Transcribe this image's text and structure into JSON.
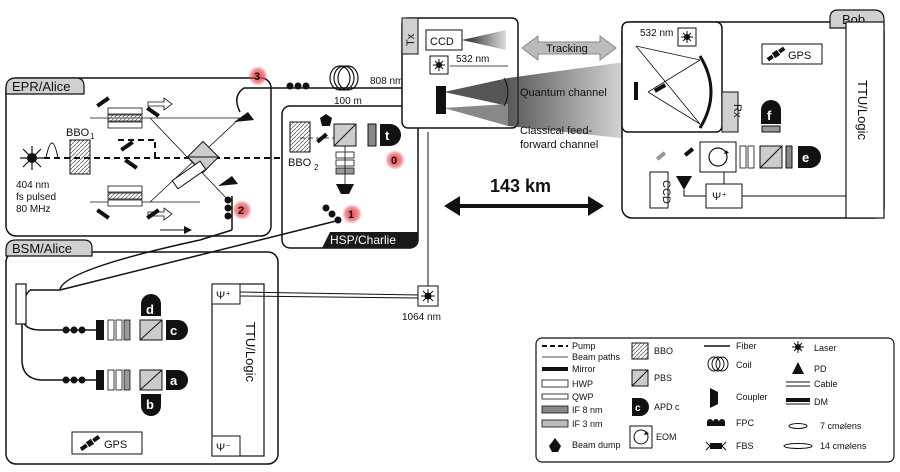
{
  "boxes": {
    "epr_alice": "EPR/Alice",
    "bsm_alice": "BSM/Alice",
    "hsp_charlie": "HSP/Charlie",
    "bob": "Bob",
    "tx": "Tx",
    "rx": "Rx"
  },
  "labels": {
    "bbo1": "BBO",
    "bbo1_sub": "1",
    "bbo2": "BBO",
    "bbo2_sub": "2",
    "laser_line1": "404 nm",
    "laser_line2": "fs pulsed",
    "laser_line3": "80 MHz",
    "coil_length": "100 m",
    "fiber_wavelength": "808 nm",
    "tx_532": "532 nm",
    "bob_532": "532 nm",
    "ccd_tx": "CCD",
    "ccd_bob": "CCD",
    "tracking": "Tracking",
    "quantum_channel": "Quantum channel",
    "classical_1": "Classical feed-",
    "classical_2": "forward channel",
    "distance": "143 km",
    "gps_bob": "GPS",
    "gps_alice": "GPS",
    "ttu_bob": "TTU/Logic",
    "ttu_alice": "TTU/Logic",
    "psi_plus_alice": "Ψ⁺",
    "psi_minus_alice": "Ψ⁻",
    "psi_plus_bob": "Ψ⁺",
    "laser_1064": "1064 nm"
  },
  "markers": {
    "m0": "0",
    "m1": "1",
    "m2": "2",
    "m3": "3"
  },
  "detectors": {
    "t": "t",
    "a": "a",
    "b": "b",
    "c": "c",
    "d": "d",
    "e": "e",
    "f": "f"
  },
  "legend": {
    "pump": "Pump",
    "beam_paths": "Beam paths",
    "mirror": "Mirror",
    "hwp": "HWP",
    "qwp": "QWP",
    "if8": "IF 8 nm",
    "if3": "IF 3 nm",
    "beam_dump": "Beam dump",
    "bbo": "BBO",
    "pbs": "PBS",
    "apd": "APD c",
    "apd_letter": "c",
    "eom": "EOM",
    "fiber": "Fiber",
    "coil": "Coil",
    "coupler": "Coupler",
    "fpc": "FPC",
    "fbs": "FBS",
    "laser": "Laser",
    "pd": "PD",
    "cable": "Cable",
    "dm": "DM",
    "lens7": "7 cm⌀lens",
    "lens14": "14 cm⌀lens"
  },
  "colors": {
    "marker_glow": "#e8434b",
    "box_header": "#d0d0d0",
    "dark_header": "#1a1a1a"
  }
}
